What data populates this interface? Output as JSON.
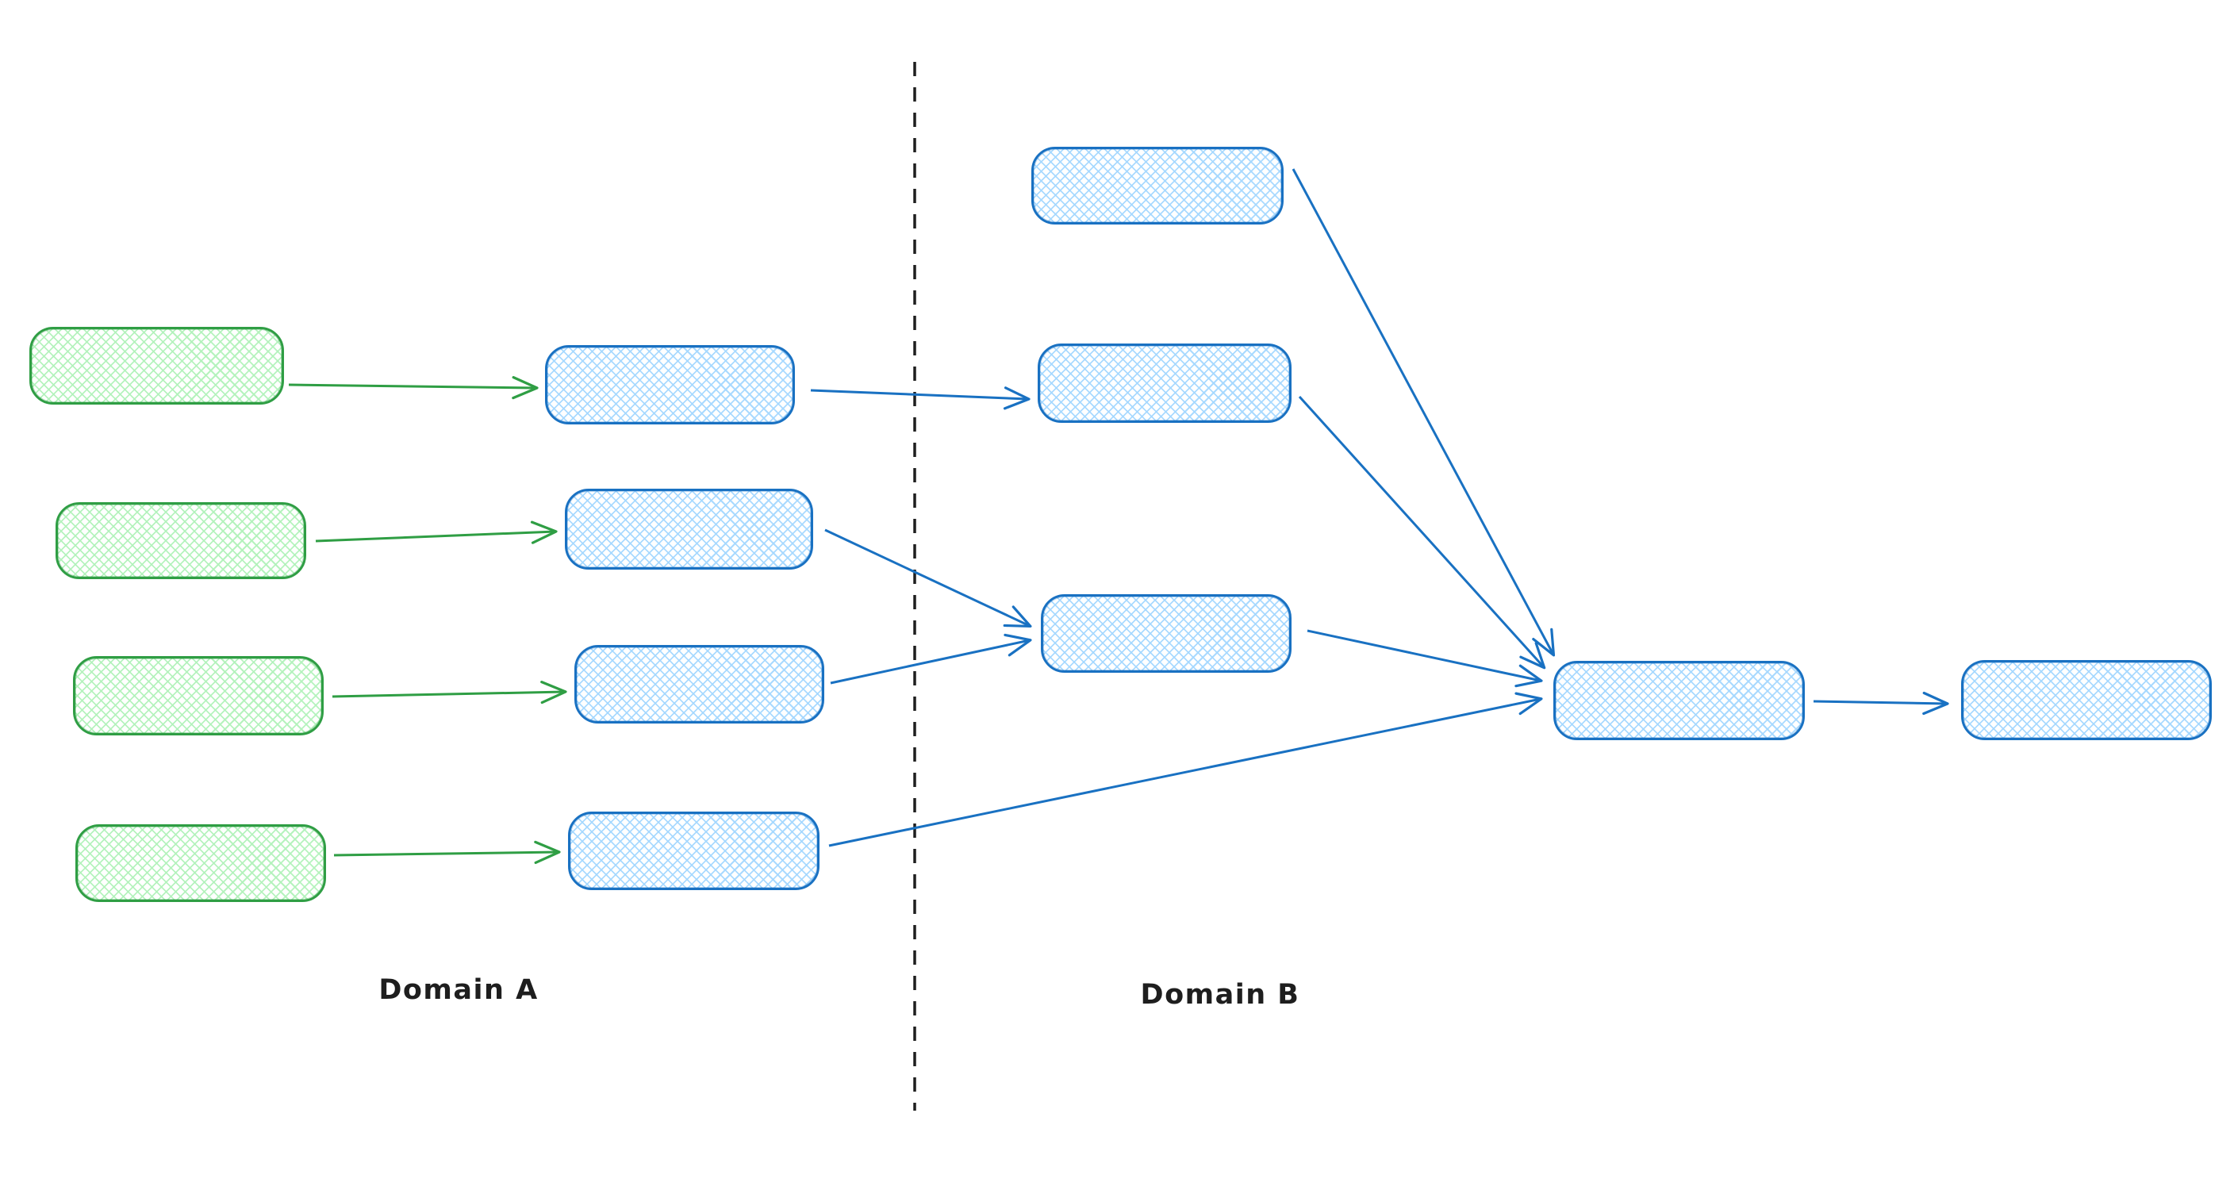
{
  "labels": {
    "domain_a": "Domain A",
    "domain_b": "Domain B"
  },
  "colors": {
    "background": "#ffffff",
    "green_stroke": "#2f9e44",
    "green_fill": "#b2f2bb",
    "blue_stroke": "#1971c2",
    "blue_fill": "#a5d8ff",
    "divider": "#1e1e1e",
    "label_text": "#1e1e1e"
  },
  "diagram": {
    "style": "hand-drawn sketch, cross-hatch filled rounded rectangles, open-V arrowheads",
    "divider": {
      "orientation": "vertical",
      "stroke_style": "dashed",
      "separates": [
        "Domain A",
        "Domain B"
      ]
    },
    "nodes": [
      {
        "id": "a-source-1",
        "domain": "Domain A",
        "shape": "rounded-rectangle",
        "style": "green-crosshatch",
        "text": ""
      },
      {
        "id": "a-source-2",
        "domain": "Domain A",
        "shape": "rounded-rectangle",
        "style": "green-crosshatch",
        "text": ""
      },
      {
        "id": "a-source-3",
        "domain": "Domain A",
        "shape": "rounded-rectangle",
        "style": "green-crosshatch",
        "text": ""
      },
      {
        "id": "a-source-4",
        "domain": "Domain A",
        "shape": "rounded-rectangle",
        "style": "green-crosshatch",
        "text": ""
      },
      {
        "id": "a-stage-1",
        "domain": "Domain A",
        "shape": "rounded-rectangle",
        "style": "blue-crosshatch",
        "text": ""
      },
      {
        "id": "a-stage-2",
        "domain": "Domain A",
        "shape": "rounded-rectangle",
        "style": "blue-crosshatch",
        "text": ""
      },
      {
        "id": "a-stage-3",
        "domain": "Domain A",
        "shape": "rounded-rectangle",
        "style": "blue-crosshatch",
        "text": ""
      },
      {
        "id": "a-stage-4",
        "domain": "Domain A",
        "shape": "rounded-rectangle",
        "style": "blue-crosshatch",
        "text": ""
      },
      {
        "id": "b-node-1",
        "domain": "Domain B",
        "shape": "rounded-rectangle",
        "style": "blue-crosshatch",
        "text": ""
      },
      {
        "id": "b-node-2",
        "domain": "Domain B",
        "shape": "rounded-rectangle",
        "style": "blue-crosshatch",
        "text": ""
      },
      {
        "id": "b-node-3",
        "domain": "Domain B",
        "shape": "rounded-rectangle",
        "style": "blue-crosshatch",
        "text": ""
      },
      {
        "id": "b-aggregator",
        "domain": "Domain B",
        "shape": "rounded-rectangle",
        "style": "blue-crosshatch",
        "text": ""
      },
      {
        "id": "b-output",
        "domain": "Domain B",
        "shape": "rounded-rectangle",
        "style": "blue-crosshatch",
        "text": ""
      }
    ],
    "edges": [
      {
        "from": "a-source-1",
        "to": "a-stage-1",
        "color": "green"
      },
      {
        "from": "a-source-2",
        "to": "a-stage-2",
        "color": "green"
      },
      {
        "from": "a-source-3",
        "to": "a-stage-3",
        "color": "green"
      },
      {
        "from": "a-source-4",
        "to": "a-stage-4",
        "color": "green"
      },
      {
        "from": "a-stage-1",
        "to": "b-node-2",
        "color": "blue"
      },
      {
        "from": "a-stage-2",
        "to": "b-node-3",
        "color": "blue"
      },
      {
        "from": "a-stage-3",
        "to": "b-node-3",
        "color": "blue"
      },
      {
        "from": "a-stage-4",
        "to": "b-aggregator",
        "color": "blue"
      },
      {
        "from": "b-node-1",
        "to": "b-aggregator",
        "color": "blue"
      },
      {
        "from": "b-node-2",
        "to": "b-aggregator",
        "color": "blue"
      },
      {
        "from": "b-node-3",
        "to": "b-aggregator",
        "color": "blue"
      },
      {
        "from": "b-aggregator",
        "to": "b-output",
        "color": "blue"
      }
    ]
  }
}
